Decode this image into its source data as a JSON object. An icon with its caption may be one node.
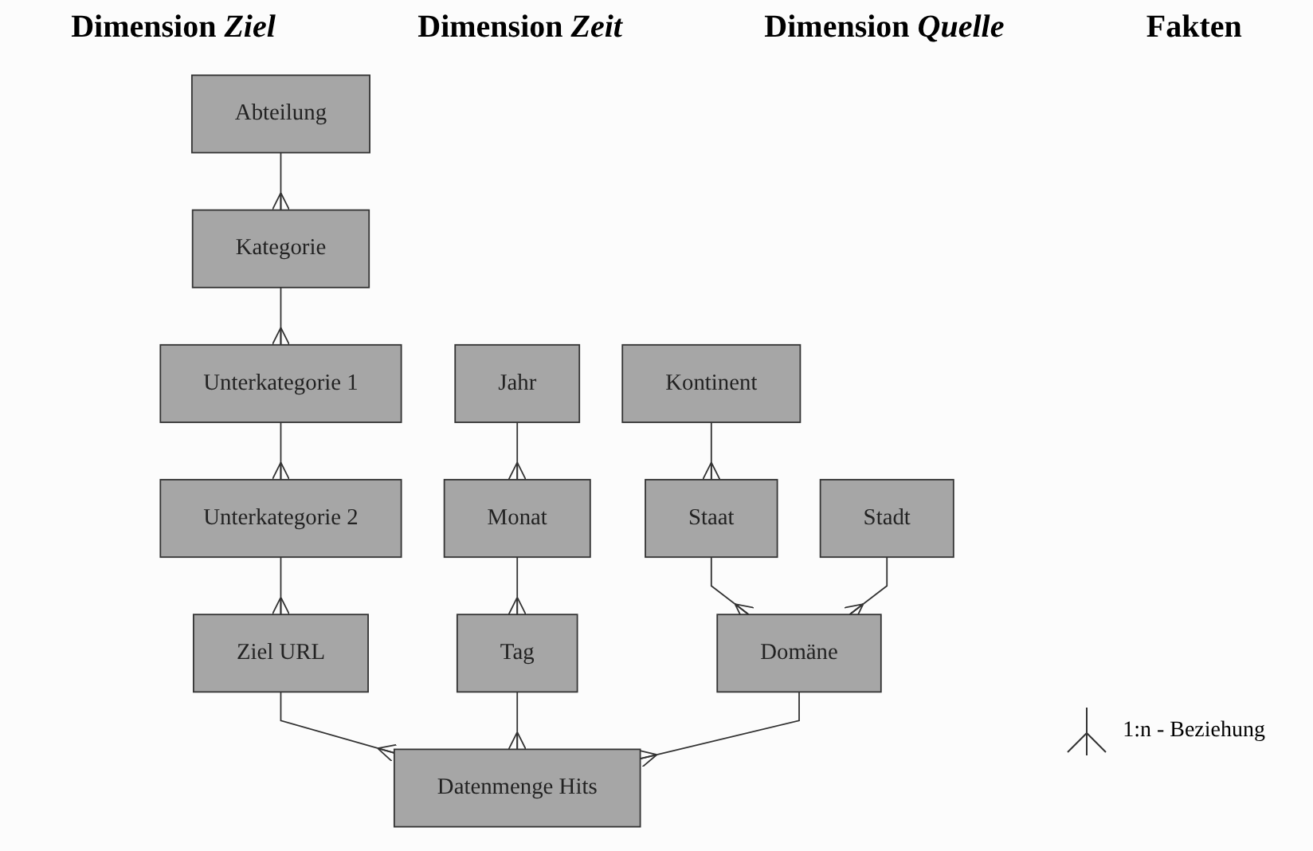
{
  "diagram": {
    "nodes": [
      {
        "text": [
          "Abteilung"
        ]
      },
      {
        "text": [
          "Kategorie"
        ]
      },
      {
        "text": [
          "Unterkategorie 1"
        ]
      },
      {
        "text": [
          "Unterkategorie 2"
        ]
      },
      {
        "text": [
          "Ziel URL"
        ]
      },
      {
        "text": [
          "Jahr"
        ]
      },
      {
        "text": [
          "Monat"
        ]
      },
      {
        "text": [
          "Tag"
        ]
      },
      {
        "text": [
          "Kontinent"
        ]
      },
      {
        "text": [
          "Staat"
        ]
      },
      {
        "text": [
          "Stadt"
        ]
      },
      {
        "text": [
          "Domäne"
        ]
      },
      {
        "text": [
          "Datenmenge Hits"
        ]
      }
    ],
    "edges": [
      {
        "from": 0,
        "to": 1,
        "arrow": "other"
      },
      {
        "from": 1,
        "to": 2,
        "arrow": "other"
      },
      {
        "from": 2,
        "to": 3,
        "arrow": "other"
      },
      {
        "from": 3,
        "to": 4,
        "arrow": "other"
      },
      {
        "from": 5,
        "to": 6,
        "arrow": "other"
      },
      {
        "from": 6,
        "to": 7,
        "arrow": "other"
      },
      {
        "from": 8,
        "to": 9,
        "arrow": "other"
      },
      {
        "from": 9,
        "to": 11,
        "arrow": "other"
      },
      {
        "from": 10,
        "to": 11,
        "arrow": "other"
      },
      {
        "from": 4,
        "to": 12,
        "arrow": "other"
      },
      {
        "from": 7,
        "to": 12,
        "arrow": "other"
      },
      {
        "from": 11,
        "to": 12,
        "arrow": "other"
      }
    ],
    "labels": [
      "Dimension *Ziel*",
      "Dimension *Zeit*",
      "Dimension *Quelle*",
      "Fakten"
    ],
    "legend": [
      {
        "text": "1:n - Beziehung"
      }
    ]
  }
}
